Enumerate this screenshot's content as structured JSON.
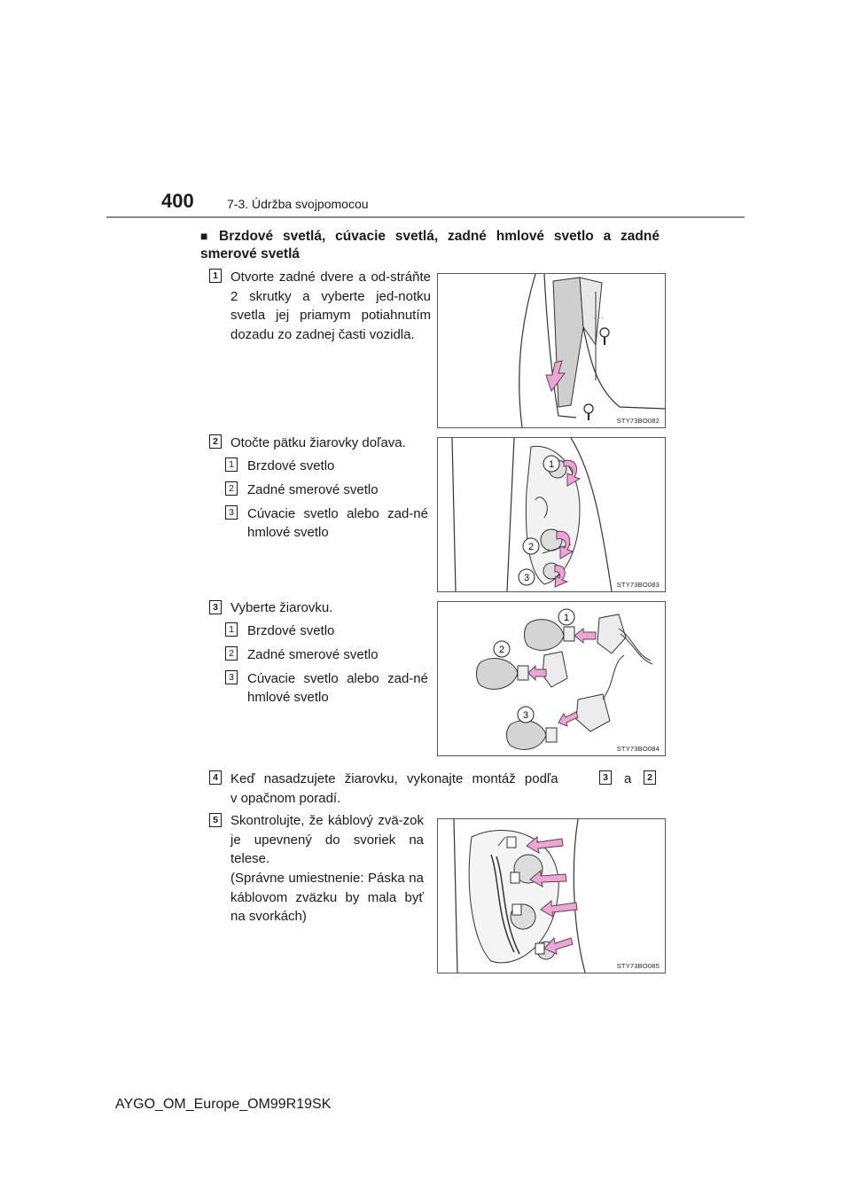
{
  "header": {
    "page_number": "400",
    "section": "7-3. Údržba svojpomocou"
  },
  "heading": {
    "marker": "■",
    "text": "Brzdové svetlá, cúvacie svetlá, zadné hmlové svetlo a zadné smerové svetlá"
  },
  "steps": [
    {
      "number": "1",
      "text": "Otvorte zadné dvere a od-stráňte 2 skrutky a vyberte jed-notku svetla jej priamym potiahnutím dozadu zo zadnej časti vozidla.",
      "figure_code": "STY73BO082"
    },
    {
      "number": "2",
      "text": "Otočte pätku žiarovky doľava.",
      "items": [
        {
          "number": "1",
          "label": "Brzdové svetlo"
        },
        {
          "number": "2",
          "label": "Zadné smerové svetlo"
        },
        {
          "number": "3",
          "label": "Cúvacie svetlo alebo zad-né hmlové svetlo"
        }
      ],
      "figure_code": "STY73BO083"
    },
    {
      "number": "3",
      "text": "Vyberte žiarovku.",
      "items": [
        {
          "number": "1",
          "label": "Brzdové svetlo"
        },
        {
          "number": "2",
          "label": "Zadné smerové svetlo"
        },
        {
          "number": "3",
          "label": "Cúvacie svetlo alebo zad-né hmlové svetlo"
        }
      ],
      "figure_code": "STY73BO084"
    },
    {
      "number": "4",
      "text_before": "Keď nasadzujete žiarovku, vykonajte montáž podľa",
      "ref_a": "3",
      "conjunction": "a",
      "ref_b": "2",
      "text_after": "v opačnom poradí."
    },
    {
      "number": "5",
      "text": "Skontrolujte, že káblový zvä-zok je upevnený do svoriek na telese.",
      "note": "(Správne umiestnenie: Páska na káblovom zväzku by mala byť na svorkách)",
      "figure_code": "STY73BO085"
    }
  ],
  "footer": {
    "code": "AYGO_OM_Europe_OM99R19SK"
  },
  "colors": {
    "arrow": "#e9a7d3",
    "arrow_stroke": "#6a3a5a",
    "rule": "#8a8a8a",
    "text": "#1a1a1a"
  }
}
